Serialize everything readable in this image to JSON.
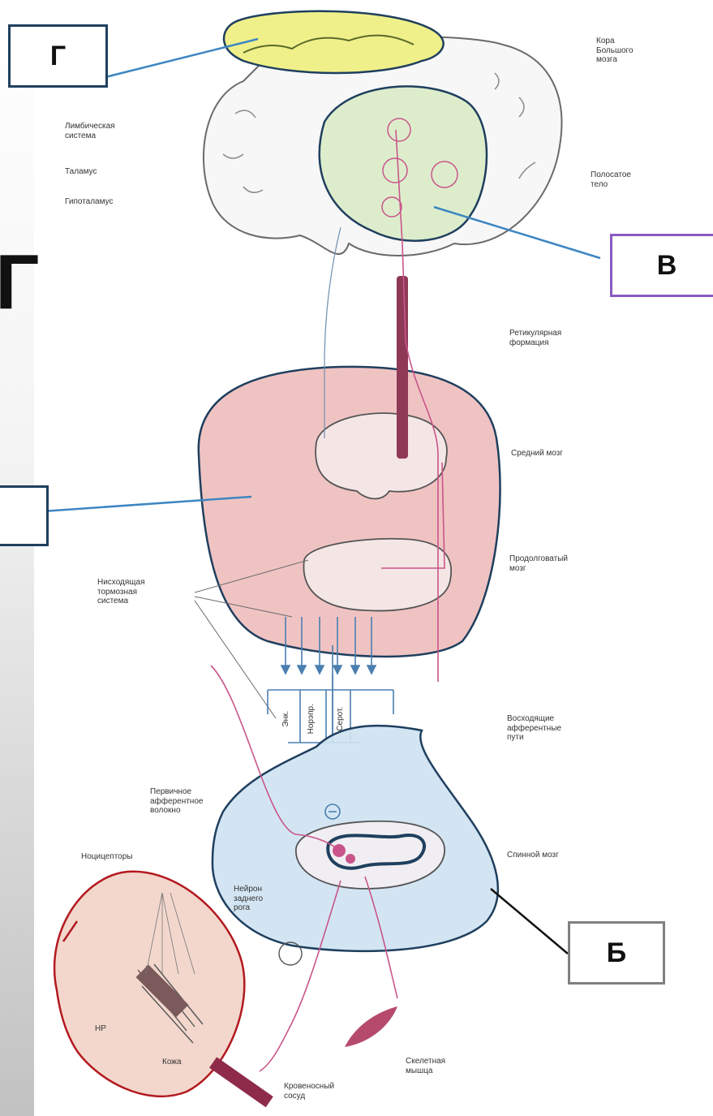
{
  "markers": {
    "G": "Г",
    "V": "В",
    "B": "Б",
    "sidebar_letter": "Г"
  },
  "labels": {
    "cortex": [
      "Кора",
      "Большого",
      "мозга"
    ],
    "limbic": [
      "Лимбическая",
      "система"
    ],
    "thalamus": "Таламус",
    "hypothalamus": "Гипоталамус",
    "striatum": [
      "Полосатое",
      "тело"
    ],
    "reticular": [
      "Ретикулярная",
      "формация"
    ],
    "midbrain": "Средний мозг",
    "medulla": [
      "Продолговатый",
      "мозг"
    ],
    "descending": [
      "Нисходящая",
      "тормозная",
      "система"
    ],
    "ascending": [
      "Восходящие",
      "афферентные",
      "пути"
    ],
    "primary_afferent": [
      "Первичное",
      "афферентное",
      "волокно"
    ],
    "spinal_cord": "Спинной мозг",
    "nociceptors": "Ноцицепторы",
    "neuron": [
      "Нейрон",
      "заднего",
      "рога"
    ],
    "skin": "Кожа",
    "np": "НР",
    "skeletal_muscle": [
      "Скелетная",
      "мышца"
    ],
    "blood_vessel": [
      "Кровеносный",
      "сосуд"
    ],
    "transmitters": [
      "Энк.",
      "Норэпр.",
      "Серот."
    ]
  },
  "colors": {
    "yellow_zone": "#f0f08a",
    "green_zone": "#d9ebc7",
    "red_zone": "#eebcbc",
    "blue_zone": "#cfe3f2",
    "peach_zone": "#f2d3c8",
    "dark_outline": "#1f3f5e",
    "red_outline": "#b3191f",
    "leader_blue": "#3d86c2",
    "box_border_dark": "#1f3f5e",
    "box_border_purple": "#8a5cc2",
    "box_border_gray": "#808080",
    "pathway": "#c9558a",
    "descending_lines": "#4a7fb0"
  }
}
